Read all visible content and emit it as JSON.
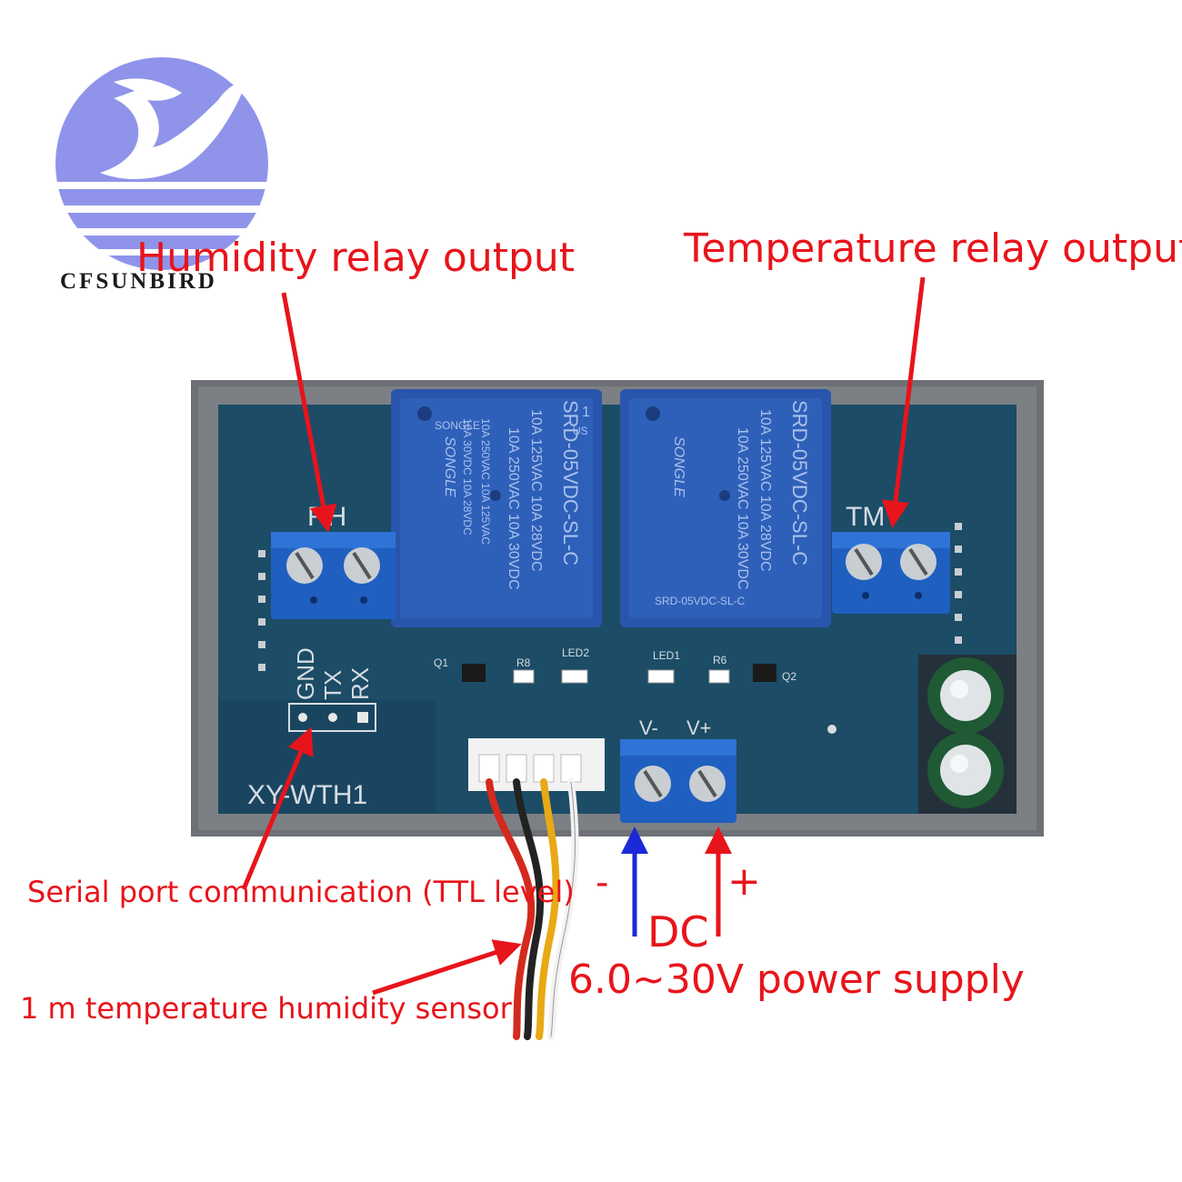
{
  "brand": {
    "name": "CFSUNBIRD"
  },
  "labels": {
    "humidity_relay": "Humidity relay output",
    "temperature_relay": "Temperature relay output",
    "serial_port": "Serial port communication (TTL level)",
    "sensor": "1 m temperature humidity sensor",
    "minus": "-",
    "plus": "+",
    "dc": "DC",
    "power_supply": "6.0~30V power supply"
  },
  "board": {
    "model": "XY-WTH1",
    "rh_label": "RH",
    "tm_label": "TM",
    "pins": [
      "GND",
      "TX",
      "RX"
    ],
    "power_pins": [
      "V-",
      "V+"
    ],
    "components": [
      "Q1",
      "R8",
      "LED2",
      "LED1",
      "R6",
      "Q2"
    ],
    "relay_lines": [
      "SONGLE",
      "10A 250VAC 10A 125VAC",
      "10A 30VDC 10A 28VDC",
      "SRD-05VDC-SL-C",
      "1",
      "US"
    ]
  },
  "colors": {
    "annotation_red": "#e8141b",
    "dc_minus_arrow": "#1a2ad8",
    "logo_blue": "#8f94ea",
    "pcb": "#1b4963",
    "relay": "#2a55ad",
    "terminal": "#1f5fc0"
  }
}
